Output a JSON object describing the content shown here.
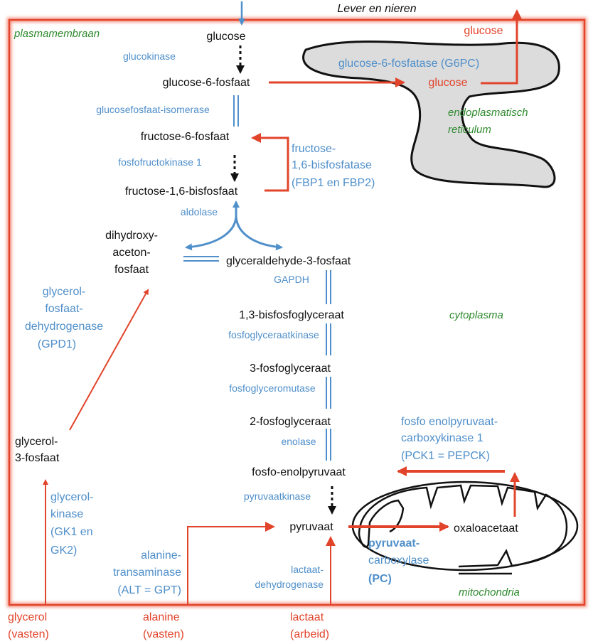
{
  "colors": {
    "membrane": "#e2442b",
    "enzyme": "#4f8fca",
    "metabolite": "#111111",
    "compartment": "#2e8a2e",
    "reticulum_fill": "#dcdcdc"
  },
  "header": "Lever en nieren",
  "compartments": {
    "plasma_membrane": "plasmamembraan",
    "er": [
      "endoplasmatisch",
      "reticulum"
    ],
    "cytoplasm": "cytoplasma",
    "mitochondria": "mitochondria"
  },
  "metabolites": {
    "glucose": "glucose",
    "g6p": "glucose-6-fosfaat",
    "f6p": "fructose-6-fosfaat",
    "f16bp": "fructose-1,6-bisfosfaat",
    "dhap": [
      "dihydroxy-",
      "aceton-",
      "fosfaat"
    ],
    "gap": "glyceraldehyde-3-fosfaat",
    "bpg13": "1,3-bisfosfoglyceraat",
    "pg3": "3-fosfoglyceraat",
    "pg2": "2-fosfoglyceraat",
    "pep": "fosfo-enolpyruvaat",
    "pyruvate": "pyruvaat",
    "oaa": "oxaloacetaat",
    "g3p": [
      "glycerol-",
      "3-fosfaat"
    ],
    "er_glucose": "glucose",
    "out_glucose": "glucose"
  },
  "enzymes": {
    "glucokinase": "glucokinase",
    "isomerase": "glucosefosfaat-isomerase",
    "pfk1": "fosfofructokinase 1",
    "fbp": [
      "fructose-",
      "1,6-bisfosfatase",
      "(FBP1 en FBP2)"
    ],
    "g6pc": "glucose-6-fosfatase (G6PC)",
    "aldolase": "aldolase",
    "gpd1": [
      "glycerol-",
      "fosfaat-",
      "dehydrogenase",
      "(GPD1)"
    ],
    "gapdh": "GAPDH",
    "pgk": "fosfoglyceraatkinase",
    "pgm": "fosfoglyceromutase",
    "enolase": "enolase",
    "pk": "pyruvaatkinase",
    "pck1": [
      "fosfo enolpyruvaat-",
      "carboxykinase 1",
      "(PCK1 = PEPCK)"
    ],
    "gk": [
      "glycerol-",
      "kinase",
      "(GK1 en",
      "GK2)"
    ],
    "alt": [
      "alanine-",
      "transaminase",
      "(ALT = GPT)"
    ],
    "ldh": [
      "lactaat-",
      "dehydrogenase"
    ],
    "pc": [
      "pyruvaat-",
      "carboxylase",
      "(PC)"
    ]
  },
  "substrates": {
    "glycerol": [
      "glycerol",
      "(vasten)"
    ],
    "alanine": [
      "alanine",
      "(vasten)"
    ],
    "lactate": [
      "lactaat",
      "(arbeid)"
    ]
  }
}
